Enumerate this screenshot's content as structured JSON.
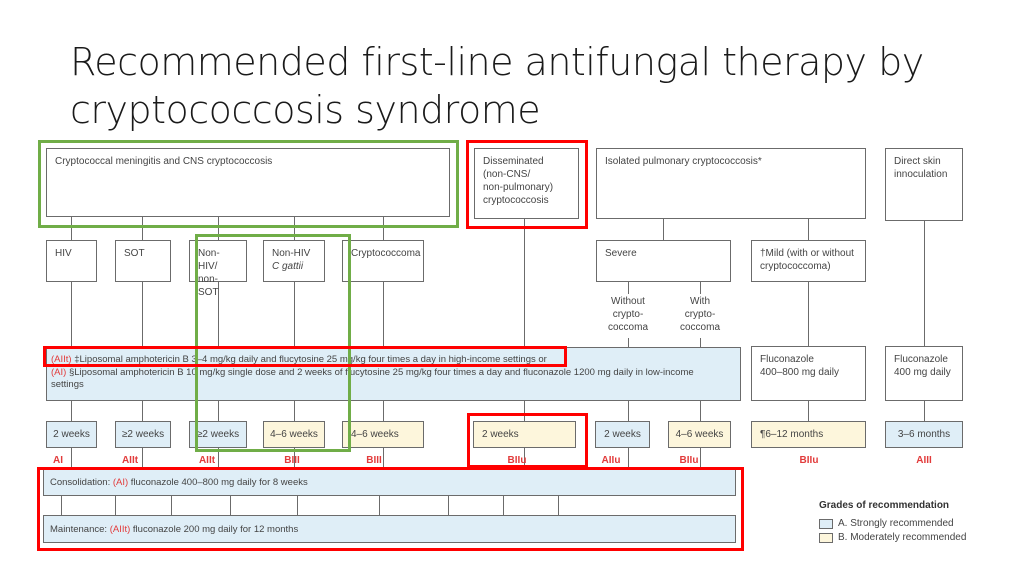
{
  "title": {
    "line1": "Recommended first-line antifungal therapy by",
    "line2": "cryptococcosis syndrome"
  },
  "syndromes": {
    "cns": "Cryptococcal meningitis and CNS cryptococcosis",
    "disseminated": [
      "Disseminated",
      "(non-CNS/",
      "non-pulmonary)",
      "cryptococcosis"
    ],
    "pulmonary": "Isolated pulmonary cryptococcosis*",
    "skin": [
      "Direct skin",
      "innoculation"
    ]
  },
  "subgroups": {
    "hiv": "HIV",
    "sot": "SOT",
    "nonhiv_nonsot": [
      "Non-HIV/",
      "non-SOT"
    ],
    "nonhiv_gattii": [
      "Non-HIV",
      "C gattii"
    ],
    "cryptococcoma": "Cryptococcoma",
    "severe": "Severe",
    "mild": [
      "†Mild (with or without",
      "cryptococcoma)"
    ],
    "without": [
      "Without",
      "crypto-",
      "coccoma"
    ],
    "with": [
      "With",
      "crypto-",
      "coccoma"
    ]
  },
  "induction": {
    "line1_grade": "(AIIt)",
    "line1_text": " ‡Liposomal amphotericin B 3–4 mg/kg daily and flucytosine 25 mg/kg four times a day in high-income settings or",
    "line2_grade": "(AI)",
    "line2_text": " §Liposomal amphotericin B 10 mg/kg single dose and 2 weeks of flucytosine 25 mg/kg four times a day and fluconazole 1200 mg daily in low-income",
    "line3_text": "settings",
    "fluconazole_mild": [
      "Fluconazole",
      "400–800 mg daily"
    ],
    "fluconazole_skin": [
      "Fluconazole",
      "400 mg daily"
    ]
  },
  "durations": [
    {
      "label": "2 weeks",
      "grade": "AI",
      "color": "blue"
    },
    {
      "label": "≥2 weeks",
      "grade": "AIIt",
      "color": "blue"
    },
    {
      "label": "≥2 weeks",
      "grade": "AIIt",
      "color": "blue"
    },
    {
      "label": "4–6 weeks",
      "grade": "BIII",
      "color": "yellow"
    },
    {
      "label": "4–6 weeks",
      "grade": "BIII",
      "color": "yellow"
    },
    {
      "label": "2 weeks",
      "grade": "BIIu",
      "color": "yellow"
    },
    {
      "label": "2 weeks",
      "grade": "AIIu",
      "color": "blue"
    },
    {
      "label": "4–6 weeks",
      "grade": "BIIu",
      "color": "yellow"
    },
    {
      "label": "¶6–12 months",
      "grade": "BIIu",
      "color": "yellow"
    },
    {
      "label": "3–6 months",
      "grade": "AIII",
      "color": "blue"
    }
  ],
  "consolidation": {
    "prefix": "Consolidation: ",
    "grade": "(AI)",
    "text": " fluconazole 400–800 mg daily for 8 weeks"
  },
  "maintenance": {
    "prefix": "Maintenance: ",
    "grade": "(AIIt)",
    "text": " fluconazole 200 mg daily for 12 months"
  },
  "legend": {
    "title": "Grades of recommendation",
    "items": [
      {
        "label": "A. Strongly recommended",
        "color": "#dfeef7"
      },
      {
        "label": "B. Moderately recommended",
        "color": "#fdf6dc"
      }
    ]
  },
  "colors": {
    "grade_red": "#e23b3b",
    "highlight_green": "#70ad47",
    "highlight_red": "#ff0000",
    "grade_a_fill": "#dfeef7",
    "grade_b_fill": "#fdf6dc"
  }
}
